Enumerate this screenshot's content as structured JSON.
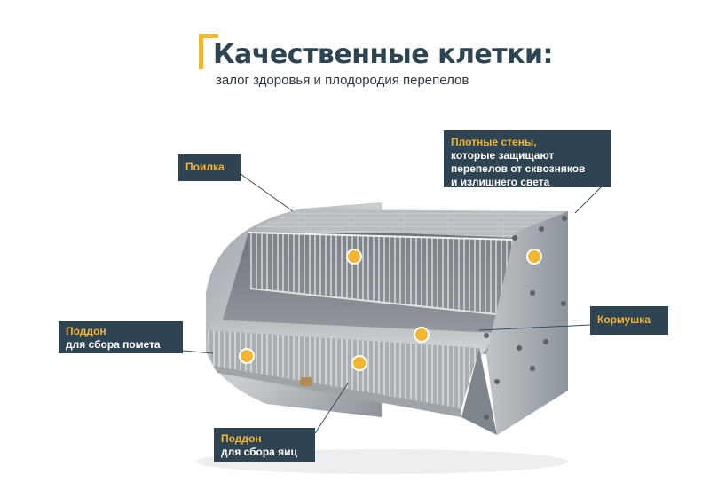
{
  "header": {
    "title": "Качественные клетки:",
    "subtitle": "залог здоровья и плодородия перепелов"
  },
  "callouts": {
    "drinker": {
      "label": "Поилка"
    },
    "walls": {
      "accent": "Плотные стены,",
      "line2": "которые защищают",
      "line3": "перепелов от сквозняков",
      "line4": "и излишнего света"
    },
    "feeder": {
      "label": "Кормушка"
    },
    "droppings_tray": {
      "accent": "Поддон",
      "sub": "для сбора помета"
    },
    "egg_tray": {
      "accent": "Поддон",
      "sub": "для сбора яиц"
    }
  },
  "colors": {
    "callout_bg": "#2f4452",
    "accent": "#f2b632",
    "title": "#2d4552"
  }
}
